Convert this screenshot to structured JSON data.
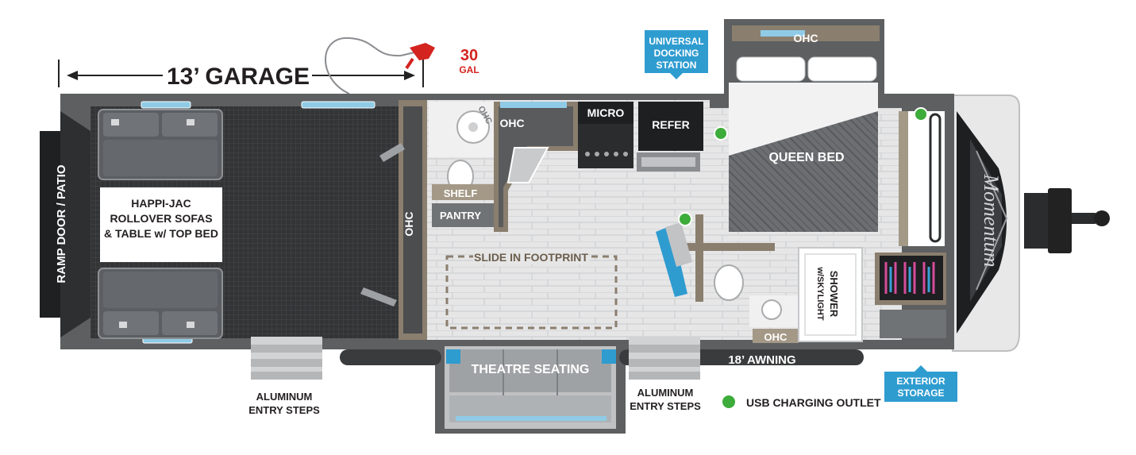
{
  "garage": {
    "length_label": "13’ GARAGE"
  },
  "fuel": {
    "amount": "30",
    "unit": "GAL"
  },
  "ramp_door": "RAMP DOOR / PATIO",
  "sofas": {
    "line1": "HAPPI-JAC",
    "line2": "ROLLOVER SOFAS",
    "line3": "& TABLE w/ TOP BED"
  },
  "ohc": "OHC",
  "shelf": "SHELF",
  "pantry": "PANTRY",
  "micro": "MICRO",
  "refer": "REFER",
  "queen_bed": "QUEEN BED",
  "slide_footprint": "SLIDE IN FOOTPRINT",
  "theatre_seating": "THEATRE SEATING",
  "shower": {
    "line1": "SHOWER",
    "line2": "w/SKYLIGHT"
  },
  "awning": "18’ AWNING",
  "docking": {
    "line1": "UNIVERSAL",
    "line2": "DOCKING",
    "line3": "STATION"
  },
  "exterior_storage": {
    "line1": "EXTERIOR",
    "line2": "STORAGE"
  },
  "steps": {
    "line1": "ALUMINUM",
    "line2": "ENTRY STEPS"
  },
  "usb_legend": "USB CHARGING OUTLET",
  "colors": {
    "wall": "#5d5f61",
    "floor": "#e3e3e3",
    "garage_floor": "#3a3b3d",
    "callout": "#2f9cd0",
    "usb": "#3dac3a",
    "fuel_red": "#d3241f"
  }
}
